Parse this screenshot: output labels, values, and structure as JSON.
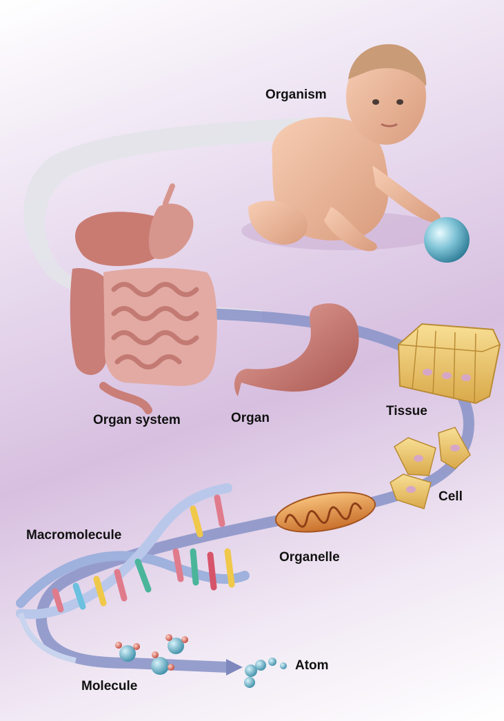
{
  "labels": {
    "organism": "Organism",
    "organ_system": "Organ system",
    "organ": "Organ",
    "tissue": "Tissue",
    "cell": "Cell",
    "organelle": "Organelle",
    "macromolecule": "Macromolecule",
    "molecule": "Molecule",
    "atom": "Atom"
  },
  "colors": {
    "background": "#dcc6e4",
    "ribbon_light": "#e6e6ea",
    "ribbon_blue": "#8a95c8",
    "flesh": "#f0b79a",
    "stomach": "#c97a72",
    "intestine": "#d99a94",
    "tissue_cell": "#f1c86a",
    "organelle": "#e79a4a",
    "dna_backbone": "#9fb4e0",
    "atom": "#5fa7c0"
  }
}
